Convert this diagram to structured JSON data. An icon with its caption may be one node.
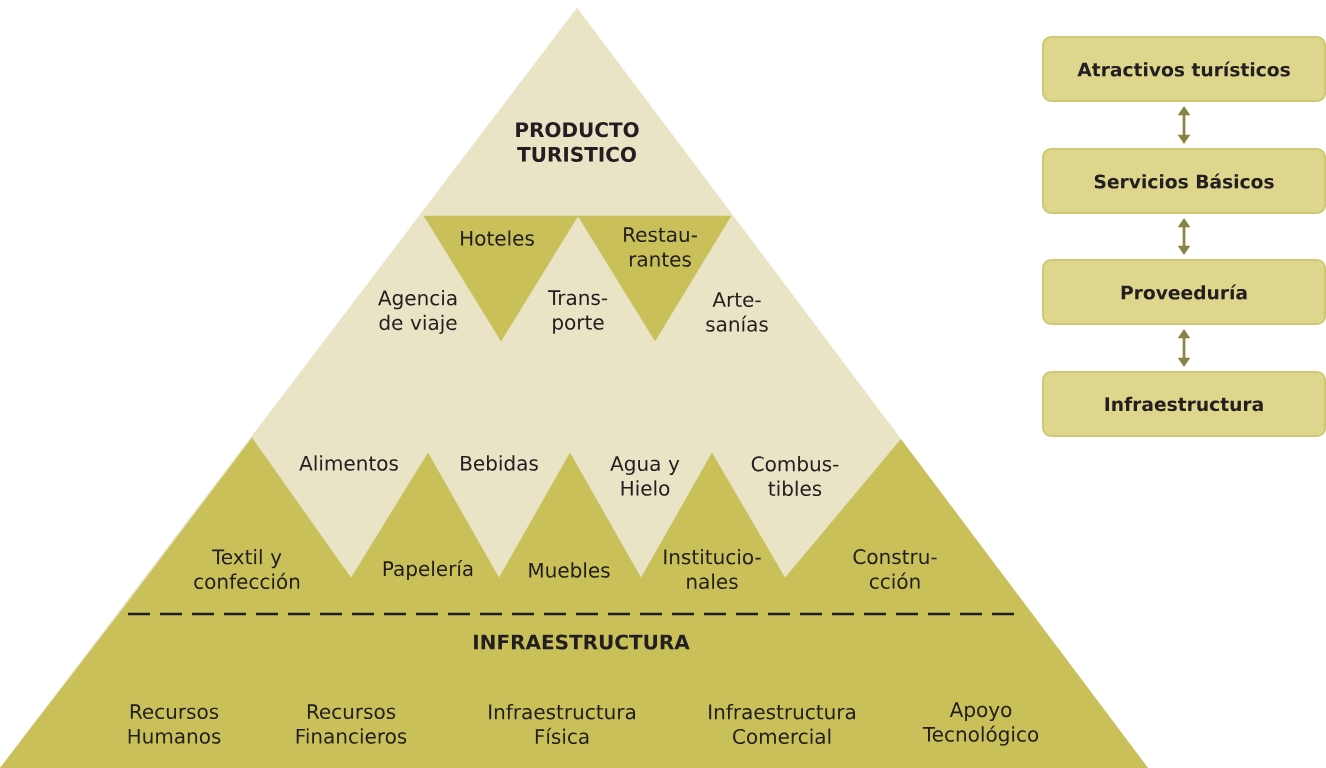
{
  "diagram": {
    "nodes": [
      {
        "text": [
          "PRODUCTO TURISTICO"
        ]
      },
      {
        "text": [
          "Hoteles"
        ],
        "in": 0
      },
      {
        "text": [
          "Restau-rantes"
        ],
        "in": 0
      },
      {
        "text": [
          "Textil y confección"
        ],
        "in": 0
      },
      {
        "text": [
          "Papelería"
        ],
        "in": 0
      },
      {
        "text": [
          "Muebles"
        ],
        "in": 0
      },
      {
        "text": [
          "Institucio-nales"
        ],
        "in": 0
      },
      {
        "text": [
          "Constru-cción"
        ],
        "in": 0
      },
      {
        "text": [
          "INFRAESTRUCTURA",
          "Recursos Humanos",
          "Recursos Financieros",
          "Infraestructura Física",
          "Infraestructura Comercial",
          "Apoyo Tecnológico"
        ],
        "in": 0
      },
      {
        "text": [
          "Atractivos turísticos"
        ]
      },
      {
        "text": [
          "Servicios Básicos"
        ]
      },
      {
        "text": [
          "Proveeduría"
        ]
      },
      {
        "text": [
          "Infraestructura"
        ]
      }
    ],
    "edges": [
      {
        "from": 9,
        "to": 10,
        "arrow": "both"
      },
      {
        "from": 10,
        "to": 11,
        "arrow": "both"
      },
      {
        "from": 11,
        "to": 12,
        "arrow": "both"
      }
    ],
    "labels": [
      "Agencia de viaje",
      "Trans-porte",
      "Arte-sanías",
      "Alimentos",
      "Bebidas",
      "Agua y Hielo",
      "Combus-tibles"
    ]
  }
}
